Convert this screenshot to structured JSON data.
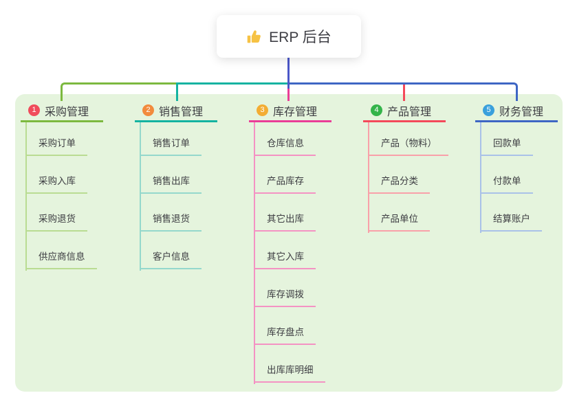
{
  "root": {
    "title": "ERP 后台",
    "icon": "thumbs-up-icon"
  },
  "colors": {
    "panel_bg": "#e5f4dd",
    "root_connector": "#4b57c8",
    "text": "#3d3d42",
    "card_bg": "#ffffff",
    "thumb_icon": "#f6c244"
  },
  "branches": [
    {
      "index": "1",
      "label": "采购管理",
      "badge_color": "#f04c5b",
      "color": "#7cb93f",
      "light_color": "#b9dc92",
      "children": [
        "采购订单",
        "采购入库",
        "采购退货",
        "供应商信息"
      ]
    },
    {
      "index": "2",
      "label": "销售管理",
      "badge_color": "#f28b3d",
      "color": "#14b3a1",
      "light_color": "#94d8cc",
      "children": [
        "销售订单",
        "销售出库",
        "销售退货",
        "客户信息"
      ]
    },
    {
      "index": "3",
      "label": "库存管理",
      "badge_color": "#f3ad33",
      "color": "#ea3d97",
      "light_color": "#f492c3",
      "children": [
        "仓库信息",
        "产品库存",
        "其它出库",
        "其它入库",
        "库存调拨",
        "库存盘点",
        "出库库明细"
      ]
    },
    {
      "index": "4",
      "label": "产品管理",
      "badge_color": "#34b44a",
      "color": "#f4495a",
      "light_color": "#f9a0a9",
      "children": [
        "产品（物料）",
        "产品分类",
        "产品单位"
      ]
    },
    {
      "index": "5",
      "label": "财务管理",
      "badge_color": "#3aa0dc",
      "color": "#3e66c4",
      "light_color": "#a9c1e8",
      "children": [
        "回款单",
        "付款单",
        "结算账户"
      ]
    }
  ]
}
